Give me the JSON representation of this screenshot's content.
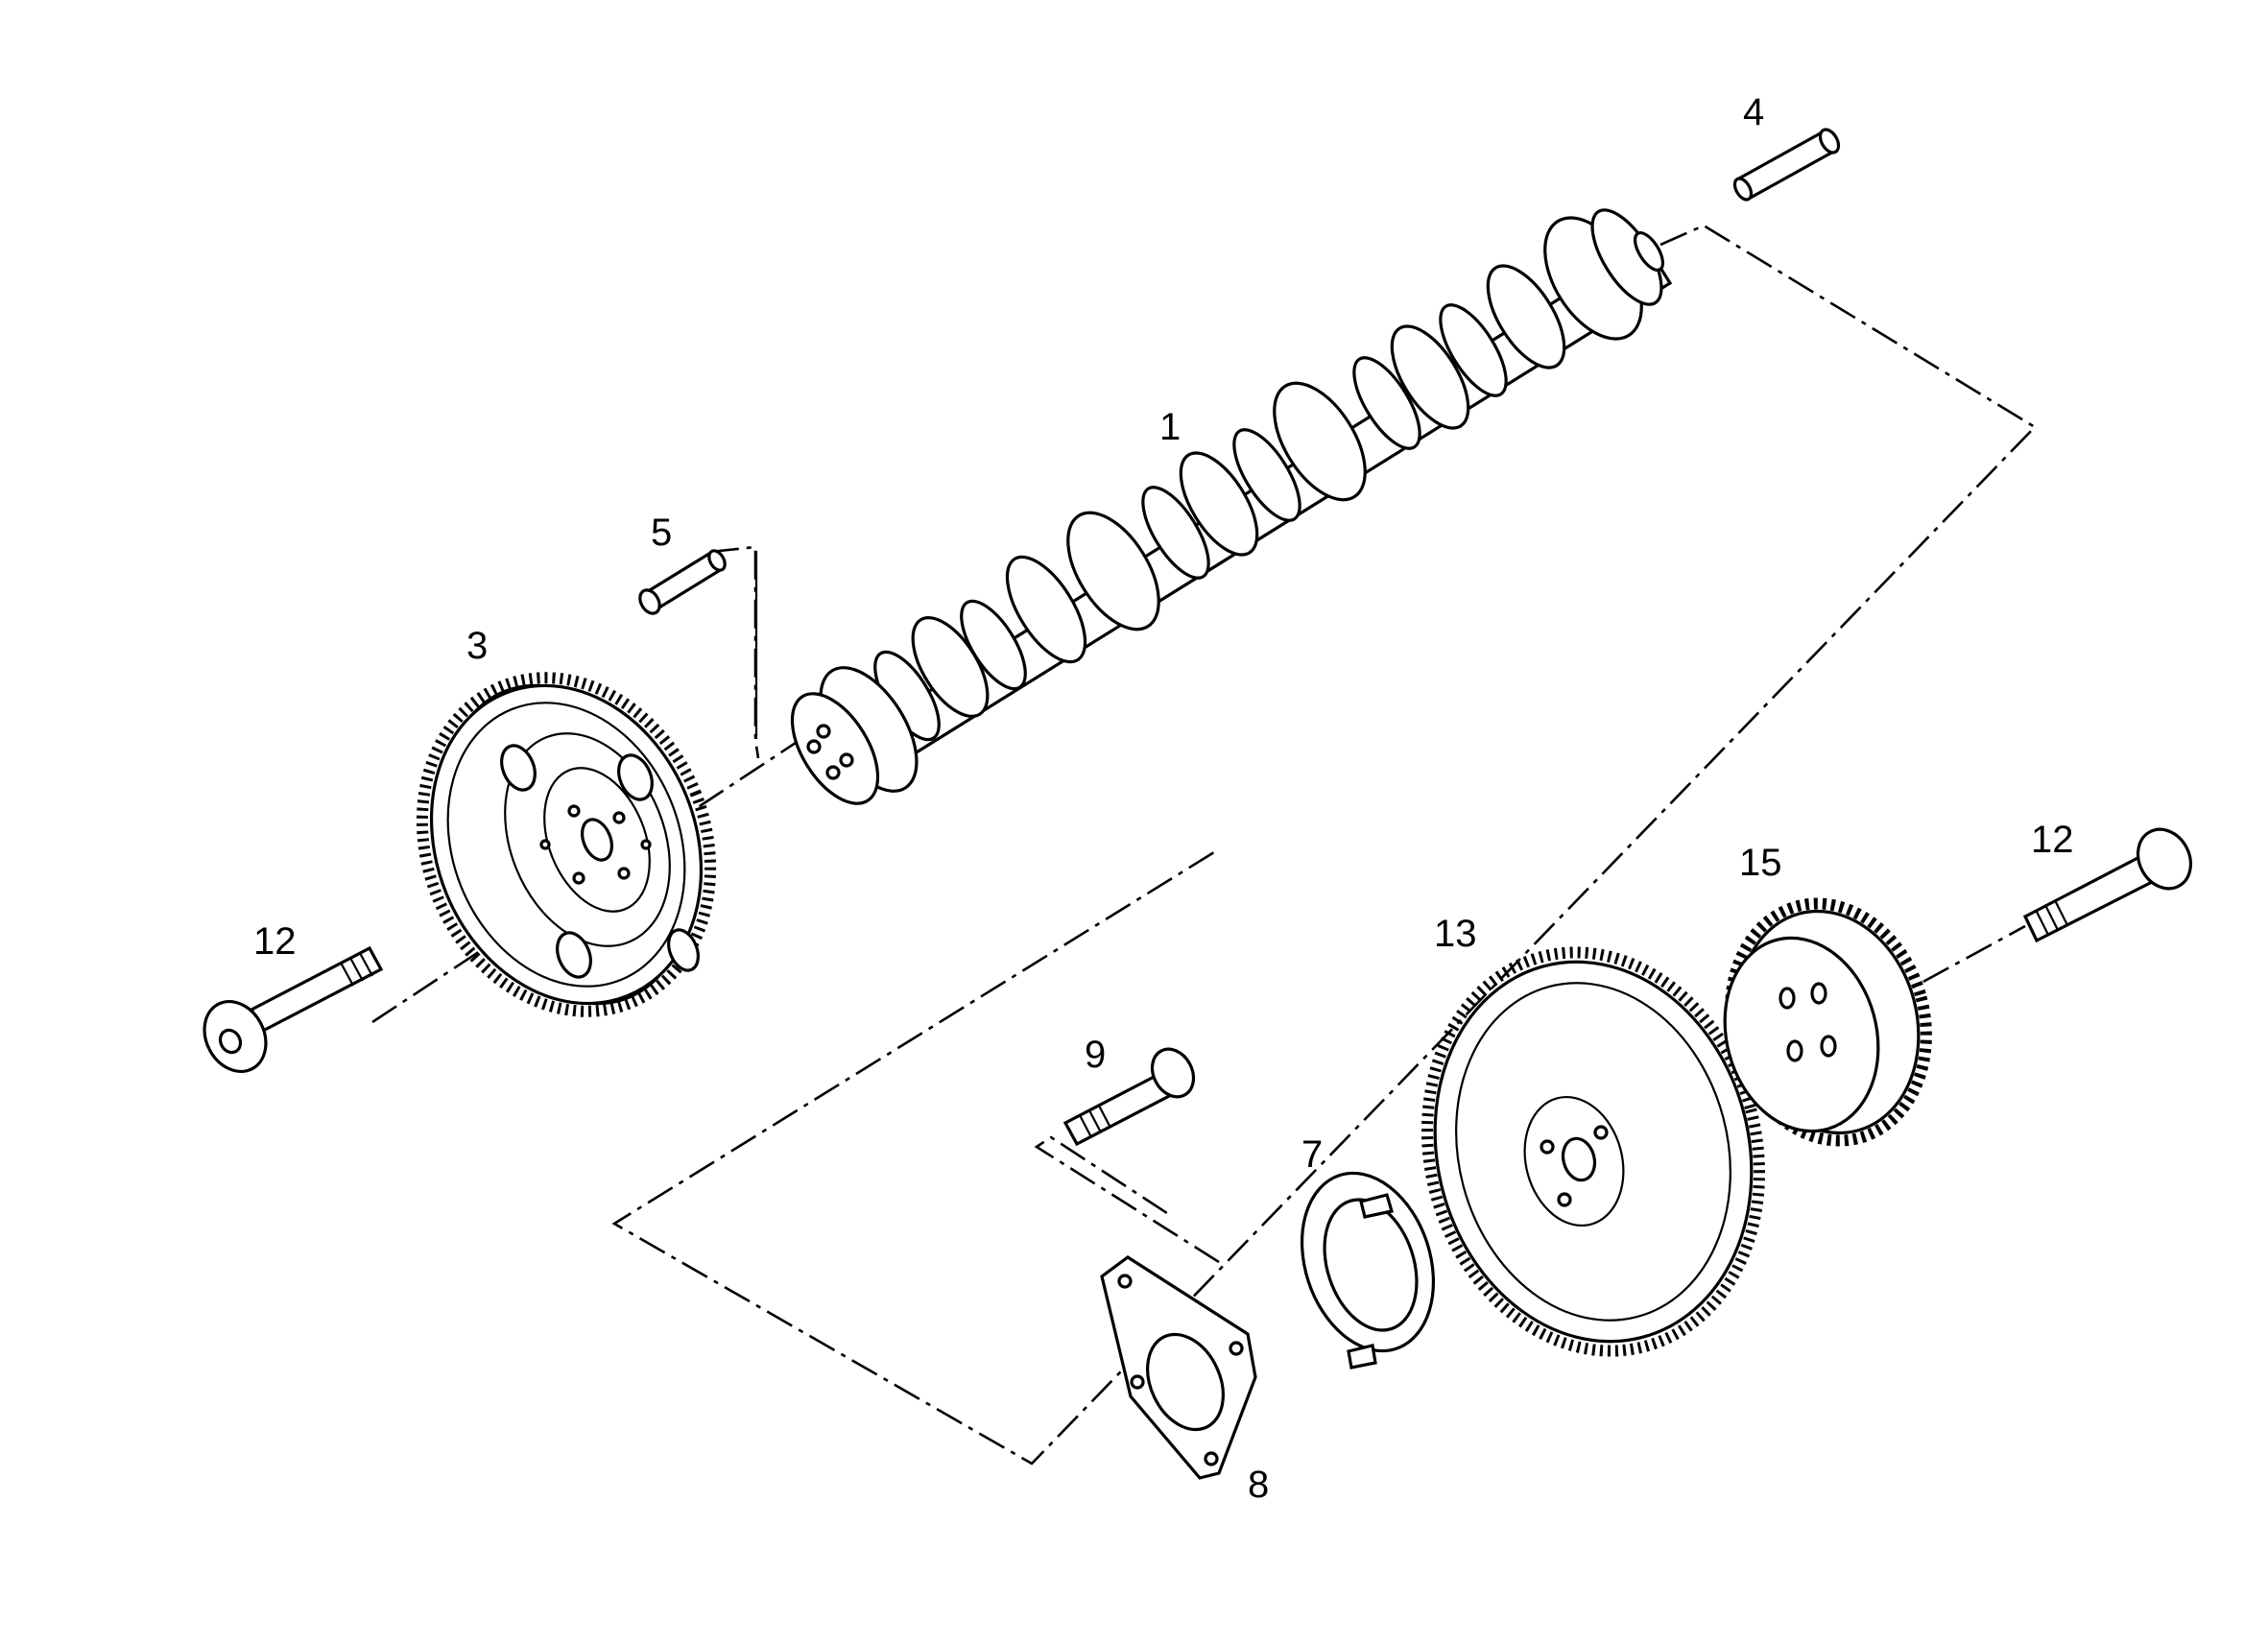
{
  "callouts": {
    "c1": "1",
    "c3": "3",
    "c4": "4",
    "c5": "5",
    "c7": "7",
    "c8": "8",
    "c9": "9",
    "c12a": "12",
    "c12b": "12",
    "c13": "13",
    "c15": "15"
  }
}
